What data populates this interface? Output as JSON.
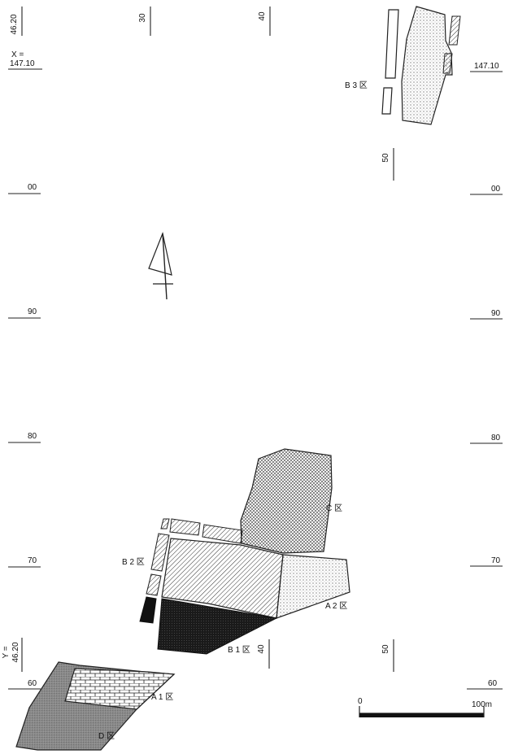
{
  "map": {
    "grid_labels": {
      "top_vertical": [
        "46.20",
        "30",
        "40"
      ],
      "x_label": "X =",
      "x_value": "147.10",
      "right_top": "147.10",
      "left_ticks": [
        "00",
        "90",
        "80",
        "70",
        "60"
      ],
      "right_ticks": [
        "00",
        "90",
        "80",
        "70",
        "60"
      ],
      "b3_line": "50",
      "y_label": "Y =",
      "y_value": "46.20",
      "bottom_line_40": "40",
      "bottom_line_50": "50"
    },
    "zones": {
      "b3": "B 3 区",
      "c": "C 区",
      "b2": "B 2 区",
      "a2": "A 2 区",
      "b1": "B 1 区",
      "a1": "A 1 区",
      "d": "D 区"
    },
    "scale_bar": {
      "start": "0",
      "end": "100m"
    }
  }
}
